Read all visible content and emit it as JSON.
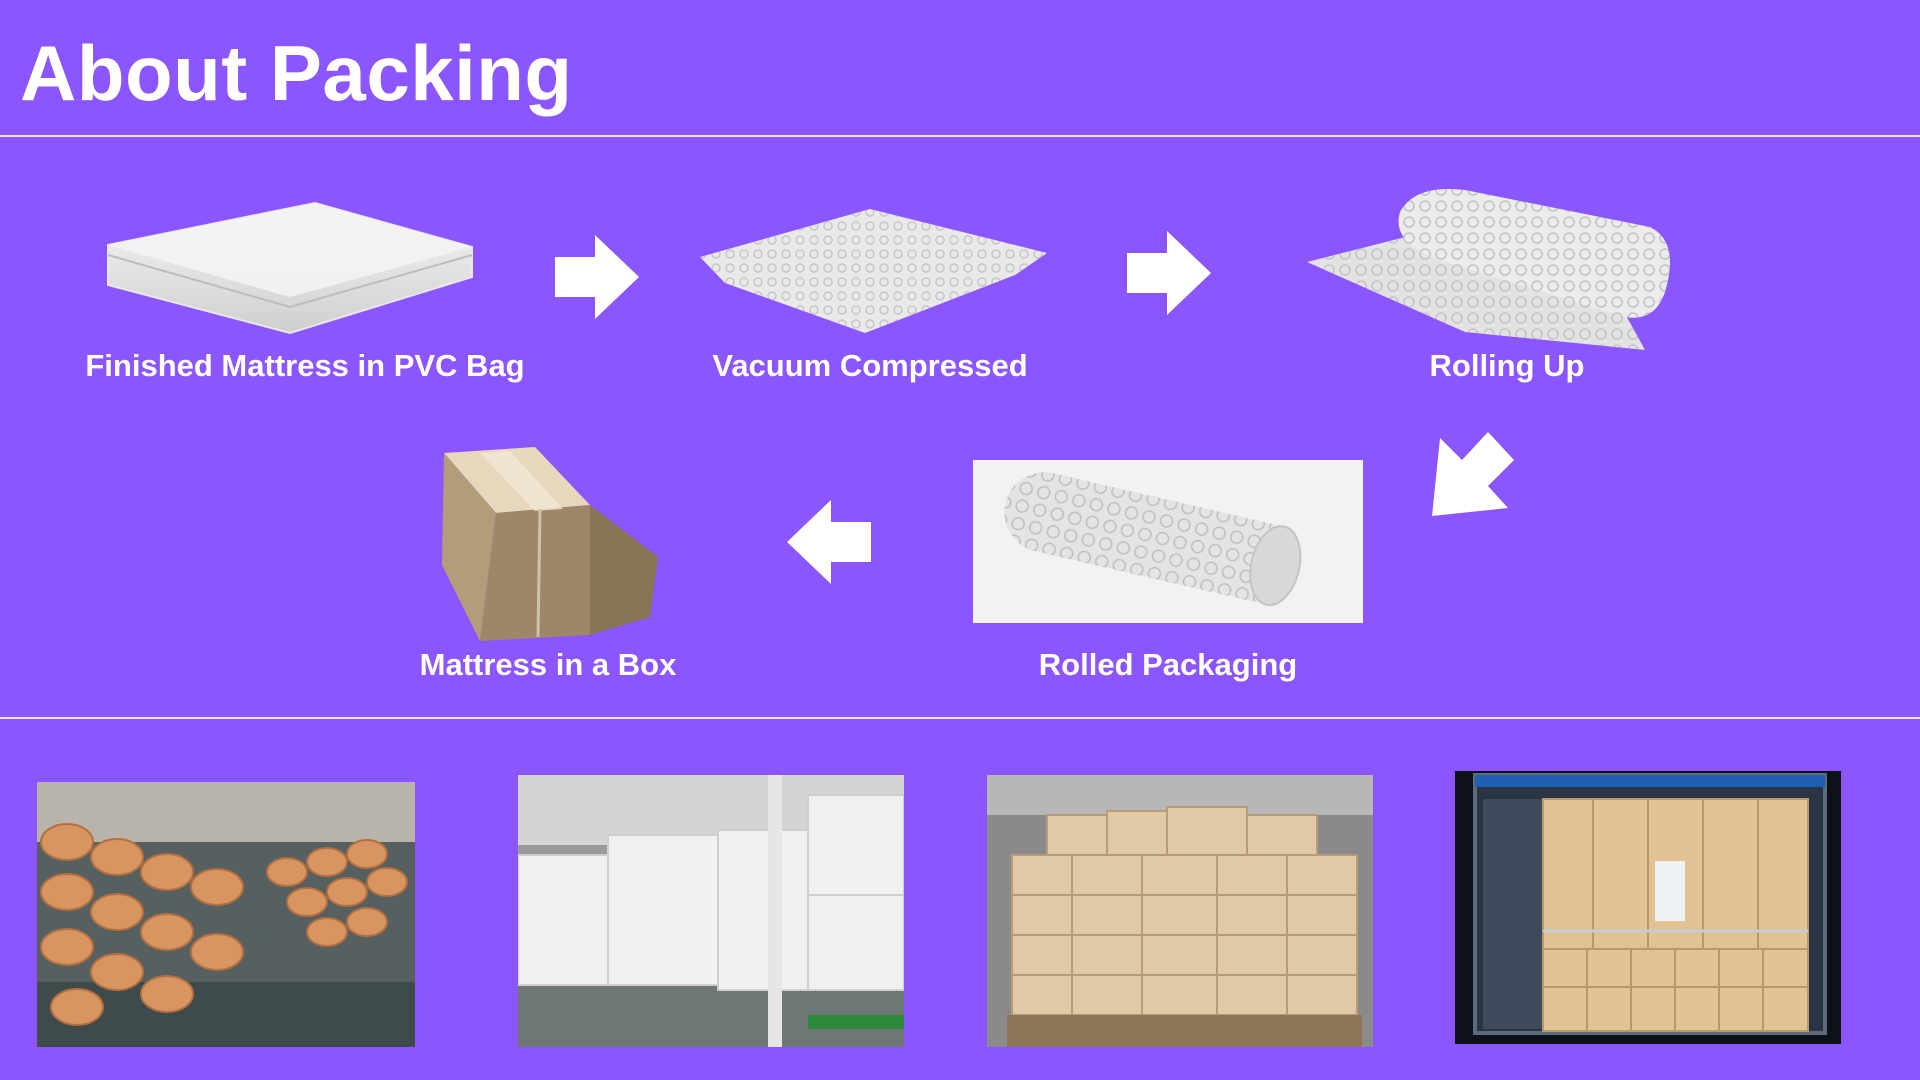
{
  "page": {
    "title": "About Packing",
    "background": "#8b55ff"
  },
  "steps": [
    {
      "label": "Finished Mattress in PVC Bag"
    },
    {
      "label": "Vacuum Compressed"
    },
    {
      "label": "Rolling Up"
    },
    {
      "label": "Rolled Packaging"
    },
    {
      "label": "Mattress in a Box"
    }
  ],
  "arrows": [
    {
      "icon": "arrow-right-icon"
    },
    {
      "icon": "arrow-right-icon"
    },
    {
      "icon": "arrow-down-left-icon"
    },
    {
      "icon": "arrow-left-icon"
    }
  ],
  "photos": [
    {
      "name": "rolled-mattress-pile-photo"
    },
    {
      "name": "warehouse-white-bales-photo"
    },
    {
      "name": "stacked-carton-boxes-photo"
    },
    {
      "name": "container-loading-photo"
    }
  ]
}
